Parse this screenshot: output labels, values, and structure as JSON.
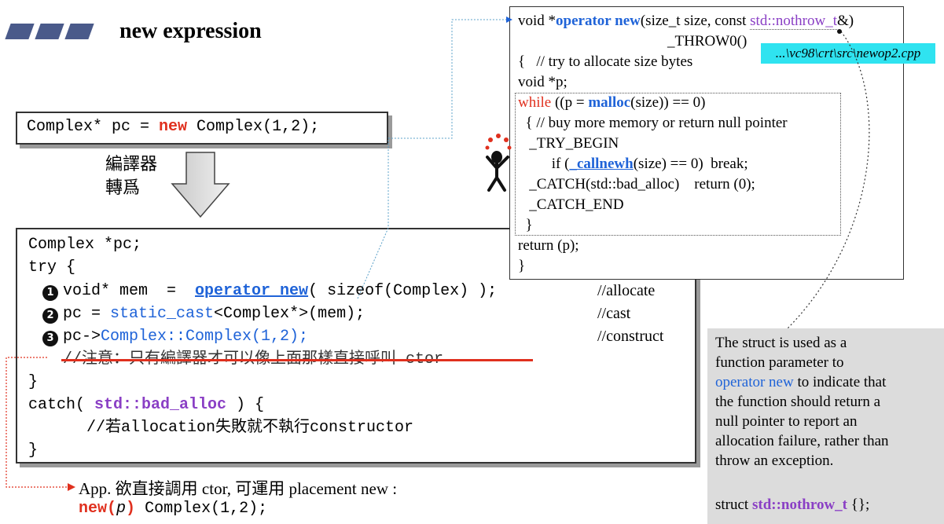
{
  "header": {
    "title": "new expression"
  },
  "expr_box": {
    "code": "Complex* pc = new Complex(1,2);",
    "prefix": "Complex* pc = ",
    "new_kw": "new",
    "suffix": " Complex(1,2);"
  },
  "compiler": {
    "line1": "編譯器",
    "line2": "轉爲"
  },
  "main_box": {
    "l1": "Complex *pc;",
    "l2": "try {",
    "l3_a": "void* mem  =  ",
    "l3_op": "operator new",
    "l3_b": "( sizeof(Complex) );",
    "l3_comment": "//allocate",
    "l4_a": "pc = ",
    "l4_cast": "static_cast",
    "l4_b": "<Complex*>(mem);",
    "l4_comment": "//cast",
    "l5_a": "pc->",
    "l5_ctor": "Complex::Complex(1,2);",
    "l5_comment": "//construct",
    "l6": "//注意：只有編譯器才可以像上面那樣直接呼叫 ctor",
    "l7": "}",
    "l8_a": "catch( ",
    "l8_exc": "std::bad_alloc",
    "l8_b": " ) {",
    "l9": "//若allocation失敗就不執行constructor",
    "l10": "}",
    "markers": [
      "1",
      "2",
      "3"
    ]
  },
  "bottom_note": {
    "line1": "App. 欲直接調用 ctor, 可運用 placement new :",
    "new_kw": "new",
    "p_open": "(",
    "p_arg": "p",
    "p_close": ")",
    "rest": " Complex(1,2);"
  },
  "operator_new": {
    "l1_a": "void *",
    "l1_op": "operator new",
    "l1_b": "(size_t size, const ",
    "l1_nothrow": "std::nothrow_t",
    "l1_c": "&)",
    "l2": "_THROW0()",
    "l3": "{   // try to allocate size bytes",
    "l4": "void *p;",
    "l5_while": "while",
    "l5_a": " ((p = ",
    "l5_malloc": "malloc",
    "l5_b": "(size)) == 0)",
    "l6": "  { // buy more memory or return null pointer",
    "l7": "   _TRY_BEGIN",
    "l8_a": "         if (",
    "l8_call": "_callnewh",
    "l8_b": "(size) == 0)  break;",
    "l9": "   _CATCH(std::bad_alloc)    return (0);",
    "l10": "   _CATCH_END",
    "l11": "  }",
    "l12": "return (p);",
    "l13": "}",
    "source_file": "...\\vc98\\crt\\src\\newop2.cpp"
  },
  "side_note": {
    "lines": [
      "The struct is used as a",
      "function parameter to",
      "to indicate that",
      "the function should return a",
      "null pointer to report an",
      "allocation failure, rather than",
      "throw an exception."
    ],
    "op_new": "operator new",
    "struct_a": "struct ",
    "struct_name": "std::nothrow_t",
    "struct_b": " {};"
  },
  "colors": {
    "red": "#e0301e",
    "blue": "#1f63d8",
    "purple": "#8a3fc5",
    "cyan": "#2fe3f0",
    "note_bg": "#dcdcdc"
  }
}
